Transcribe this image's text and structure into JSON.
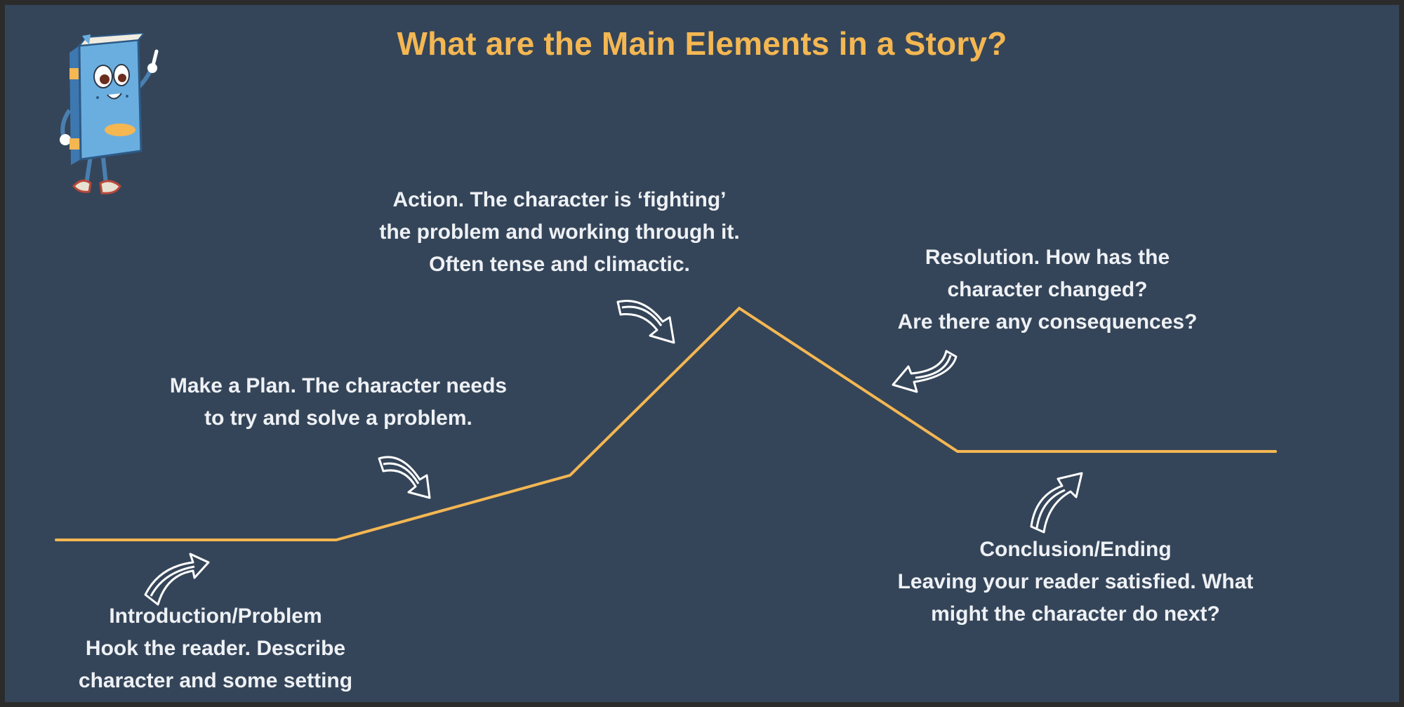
{
  "title": "What are the Main Elements in a Story?",
  "colors": {
    "background": "#354559",
    "accent": "#f4b752",
    "text": "#eef1f5"
  },
  "stages": [
    {
      "key": "introduction",
      "lines": [
        "Introduction/Problem",
        "Hook the reader. Describe",
        "character and some setting"
      ]
    },
    {
      "key": "plan",
      "lines": [
        "Make a Plan. The character needs",
        "to try and solve a problem."
      ]
    },
    {
      "key": "action",
      "lines": [
        "Action. The character is ‘fighting’",
        "the problem and working through it.",
        "Often tense and climactic."
      ]
    },
    {
      "key": "resolution",
      "lines": [
        "Resolution. How has the",
        "character changed?",
        "Are there any consequences?"
      ]
    },
    {
      "key": "conclusion",
      "lines": [
        "Conclusion/Ending",
        "Leaving your reader satisfied. What",
        "might the character do next?"
      ]
    }
  ],
  "icons": {
    "mascot": "book-mascot-icon",
    "arrow": "hand-drawn-arrow-icon"
  }
}
